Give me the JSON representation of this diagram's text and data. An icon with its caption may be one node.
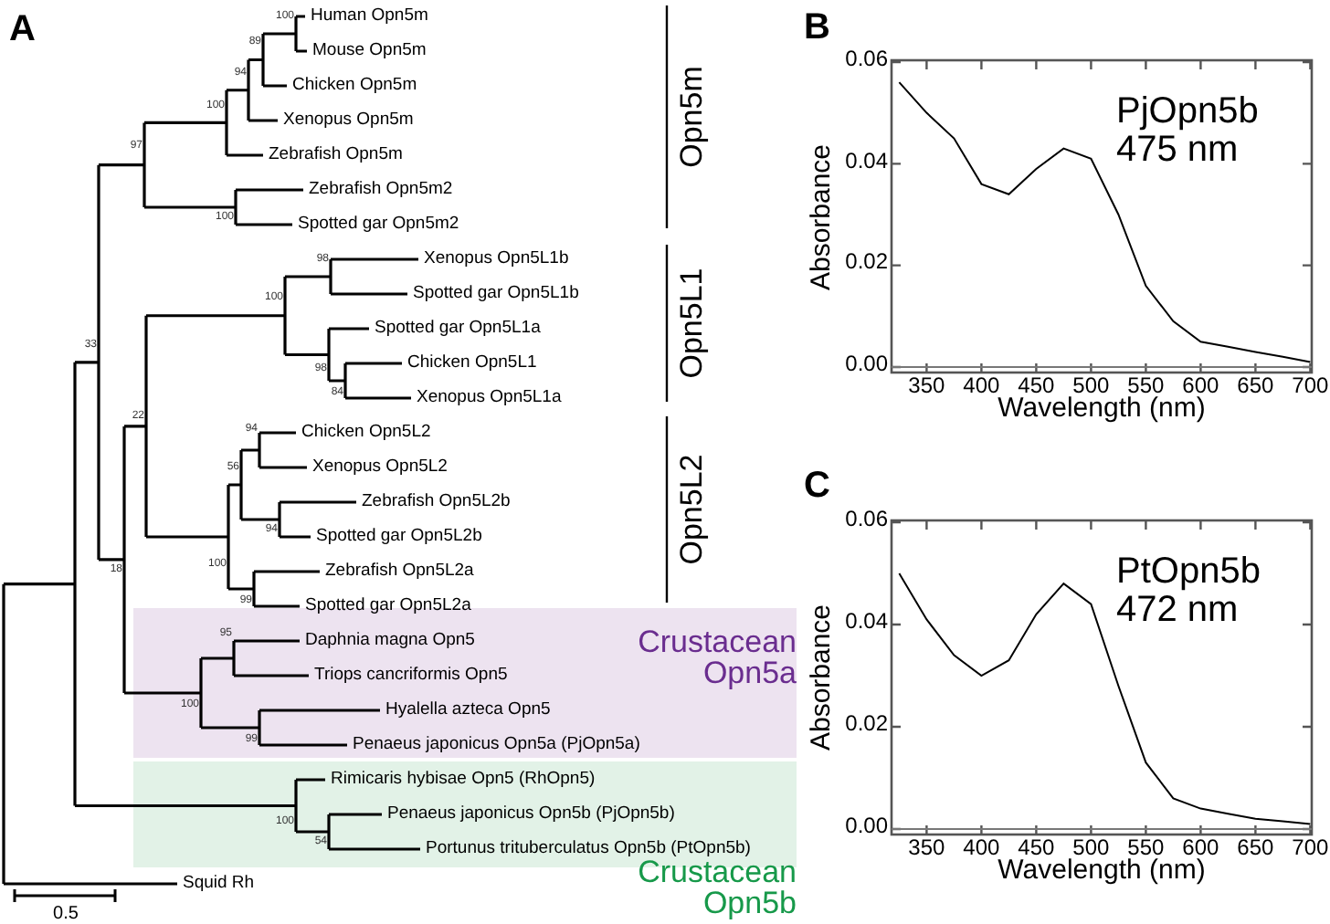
{
  "diagram": {
    "nodes": [
      {
        "text": [
          "Human Opn5m"
        ]
      },
      {
        "text": [
          "Mouse Opn5m"
        ]
      },
      {
        "text": [
          "Chicken Opn5m"
        ]
      },
      {
        "text": [
          "Xenopus Opn5m"
        ]
      },
      {
        "text": [
          "Zebrafish Opn5m"
        ]
      },
      {
        "text": [
          "Zebrafish Opn5m2"
        ]
      },
      {
        "text": [
          "Spotted gar Opn5m2"
        ]
      },
      {
        "text": [
          "Xenopus Opn5L1b"
        ]
      },
      {
        "text": [
          "Spotted gar Opn5L1b"
        ]
      },
      {
        "text": [
          "Spotted gar Opn5L1a"
        ]
      },
      {
        "text": [
          "Chicken Opn5L1"
        ]
      },
      {
        "text": [
          "Xenopus Opn5L1a"
        ]
      },
      {
        "text": [
          "Chicken Opn5L2"
        ]
      },
      {
        "text": [
          "Xenopus Opn5L2"
        ]
      },
      {
        "text": [
          "Zebrafish Opn5L2b"
        ]
      },
      {
        "text": [
          "Spotted gar Opn5L2b"
        ]
      },
      {
        "text": [
          "Zebrafish Opn5L2a"
        ]
      },
      {
        "text": [
          "Spotted gar Opn5L2a"
        ]
      },
      {
        "text": [
          "Crustacean Opn5a"
        ]
      },
      {
        "text": [
          "Daphnia magna Opn5"
        ],
        "in": 18
      },
      {
        "text": [
          "Triops cancriformis Opn5"
        ],
        "in": 18
      },
      {
        "text": [
          "Hyalella azteca Opn5"
        ],
        "in": 18
      },
      {
        "text": [
          "Penaeus japonicus Opn5a (PjOpn5a)"
        ],
        "in": 18
      },
      {
        "text": [
          "Crustacean Opn5b"
        ]
      },
      {
        "text": [
          "Rimicaris hybisae Opn5 (RhOpn5)"
        ],
        "in": 23
      },
      {
        "text": [
          "Penaeus japonicus Opn5b (PjOpn5b)"
        ],
        "in": 23
      },
      {
        "text": [
          "Portunus trituberculatus Opn5b (PtOpn5b)"
        ],
        "in": 23
      },
      {
        "text": [
          "Squid Rh"
        ]
      }
    ],
    "edges": [],
    "labels": [
      "A",
      "100",
      "89",
      "94",
      "100",
      "97",
      "100",
      "98",
      "100",
      "33",
      "98",
      "84",
      "22",
      "94",
      "56",
      "94",
      "100",
      "18",
      "99",
      "95",
      "100",
      "99",
      "100",
      "54",
      "Opn5m",
      "Opn5L1",
      "Opn5L2",
      "0.5",
      "B",
      "C"
    ],
    "chart_data": [
      {
        "type": "line",
        "xlabel": "Wavelength (nm)",
        "ylabel": "Absorbance",
        "x": [
          325,
          350,
          375,
          400,
          425,
          450,
          475,
          500,
          525,
          550,
          575,
          600,
          625,
          650,
          675,
          700
        ],
        "series": [
          {
            "color": "#000000",
            "values": [
              0.056,
              0.05,
              0.045,
              0.036,
              0.034,
              0.039,
              0.043,
              0.041,
              0.03,
              0.016,
              0.009,
              0.005,
              0.004,
              0.003,
              0.002,
              0.001
            ]
          }
        ],
        "xlim": [
          318,
          700
        ],
        "ylim": [
          0,
          0.06
        ],
        "xticks": [
          350,
          400,
          450,
          500,
          550,
          600,
          650,
          700
        ],
        "yticks": [
          {
            "value": 0,
            "label": "0.00"
          },
          {
            "value": 0.02,
            "label": "0.02"
          },
          {
            "value": 0.04,
            "label": "0.04"
          },
          {
            "value": 0.06,
            "label": "0.06"
          }
        ],
        "annotations": [
          "PjOpn5b 475 nm"
        ]
      },
      {
        "type": "line",
        "xlabel": "Wavelength (nm)",
        "ylabel": "Absorbance",
        "x": [
          325,
          350,
          375,
          400,
          425,
          450,
          475,
          500,
          525,
          550,
          575,
          600,
          625,
          650,
          675,
          700
        ],
        "series": [
          {
            "color": "#000000",
            "values": [
              0.05,
              0.041,
              0.034,
              0.03,
              0.033,
              0.042,
              0.048,
              0.044,
              0.028,
              0.013,
              0.006,
              0.004,
              0.003,
              0.002,
              0.0015,
              0.001
            ]
          }
        ],
        "xlim": [
          318,
          700
        ],
        "ylim": [
          0,
          0.06
        ],
        "xticks": [
          350,
          400,
          450,
          500,
          550,
          600,
          650,
          700
        ],
        "yticks": [
          {
            "value": 0,
            "label": "0.00"
          },
          {
            "value": 0.02,
            "label": "0.02"
          },
          {
            "value": 0.04,
            "label": "0.04"
          },
          {
            "value": 0.06,
            "label": "0.06"
          }
        ],
        "annotations": [
          "PtOpn5b 472 nm"
        ]
      }
    ]
  }
}
